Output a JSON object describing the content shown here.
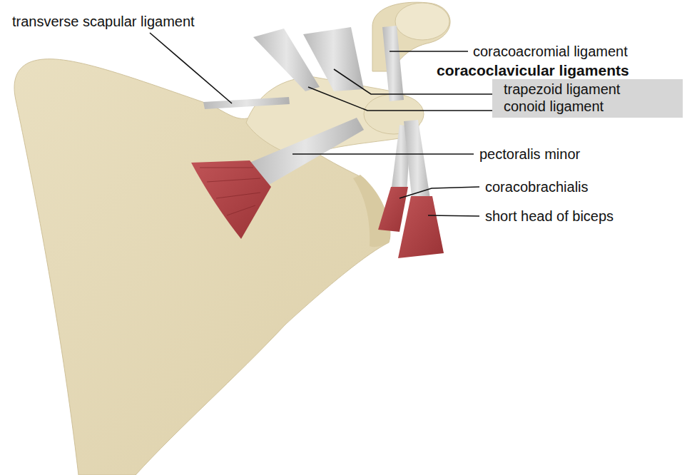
{
  "diagram": {
    "nodes": [
      {
        "text": [
          "coracoclavicular ligaments",
          "trapezoid ligament",
          "conoid ligament"
        ]
      }
    ],
    "labels": [
      "transverse scapular ligament",
      "coracoacromial ligament",
      "pectoralis minor",
      "coracobrachialis",
      "short head of biceps"
    ]
  }
}
